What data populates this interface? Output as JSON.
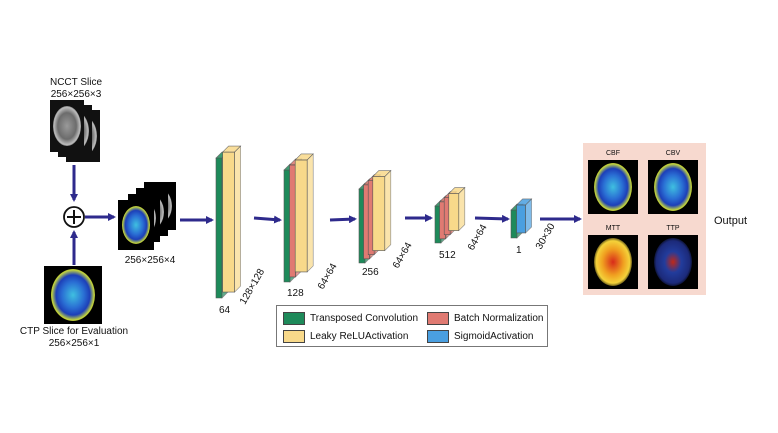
{
  "inputs": {
    "ncct_title": "NCCT Slice",
    "ncct_dims": "256×256×3",
    "ctp_title": "CTP Slice for Evaluation",
    "ctp_dims": "256×256×1",
    "concat_dims": "256×256×4",
    "plus_symbol": "+"
  },
  "blocks": [
    {
      "channels": "64",
      "size": "128×128"
    },
    {
      "channels": "128",
      "size": "64×64"
    },
    {
      "channels": "256",
      "size": "64×64"
    },
    {
      "channels": "512",
      "size": "64×64"
    },
    {
      "channels": "1",
      "size": "30×30"
    }
  ],
  "output": {
    "label": "Output",
    "maps": [
      "CBF",
      "CBV",
      "MTT",
      "TTP"
    ]
  },
  "legend": [
    {
      "label": "Transposed Convolution",
      "color": "#1e8a5a"
    },
    {
      "label": "Batch Normalization",
      "color": "#e07a72"
    },
    {
      "label": "Leaky ReLUActivation",
      "color": "#f8d98a"
    },
    {
      "label": "SigmoidActivation",
      "color": "#4a9fe0"
    }
  ],
  "colors": {
    "arrow": "#2e2a8c",
    "conv": "#1e8a5a",
    "bn": "#e07a72",
    "relu": "#f8d98a",
    "sigmoid": "#4a9fe0",
    "output_panel": "#f7d9cf"
  }
}
